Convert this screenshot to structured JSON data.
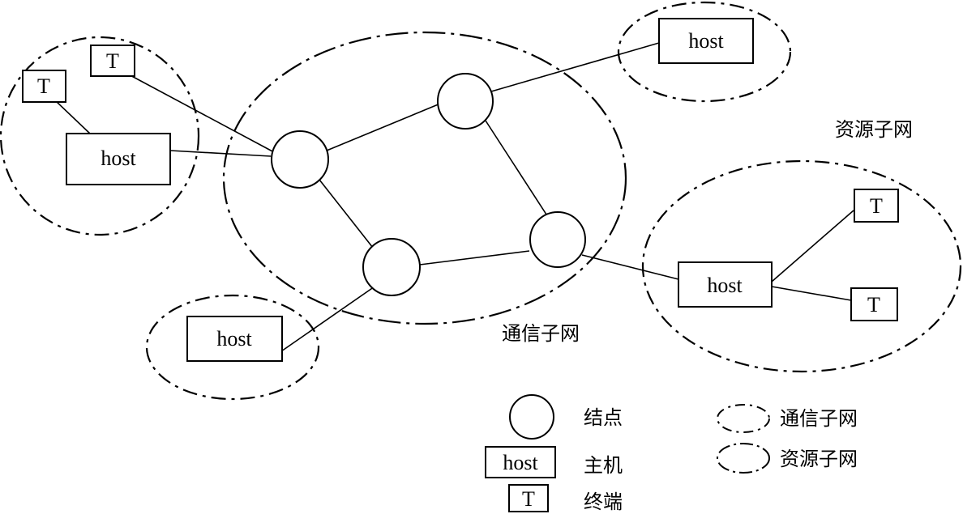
{
  "labels": {
    "host": "host",
    "terminal": "T",
    "resource_subnet": "资源子网",
    "comm_subnet": "通信子网"
  },
  "legend": {
    "node": "结点",
    "host_symbol": "host",
    "host": "主机",
    "terminal_symbol": "T",
    "terminal": "终端",
    "comm_subnet": "通信子网",
    "resource_subnet": "资源子网"
  }
}
